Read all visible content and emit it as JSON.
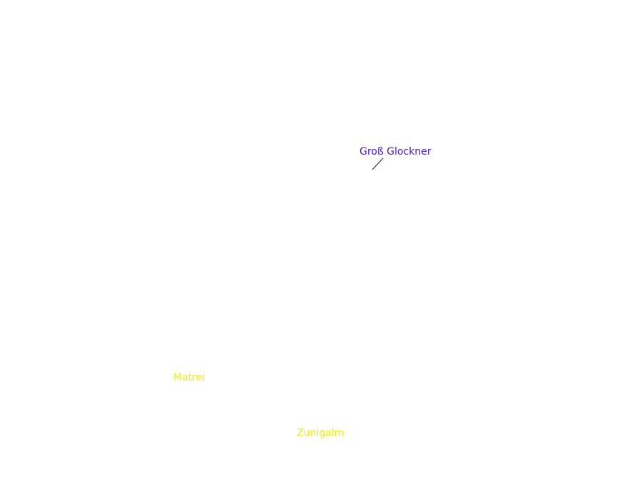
{
  "map": {
    "labels": {
      "peak": "Groß Glockner",
      "town": "Matrei",
      "alm": "Zunigalm"
    },
    "colors": {
      "peak": "#4a16f0",
      "place": "#f2ee10",
      "background": "#ffffff"
    }
  }
}
